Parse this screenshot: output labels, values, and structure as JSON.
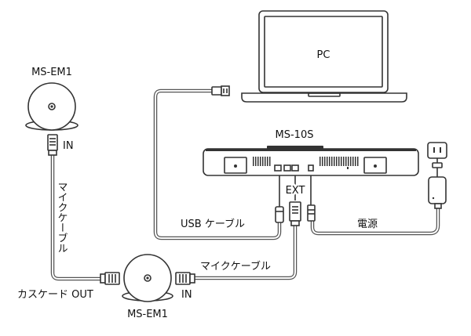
{
  "devices": {
    "laptop": "PC",
    "bar": "MS-10S",
    "mic_top": "MS-EM1",
    "mic_bottom": "MS-EM1"
  },
  "ports": {
    "mic_top_in": "IN",
    "mic_bottom_in": "IN",
    "cascade_out": "カスケード OUT",
    "ext": "EXT"
  },
  "cables": {
    "usb": "USB ケーブル",
    "power": "電源",
    "mic_cable_vertical": "マイクケーブル",
    "mic_cable_horizontal": "マイクケーブル"
  }
}
